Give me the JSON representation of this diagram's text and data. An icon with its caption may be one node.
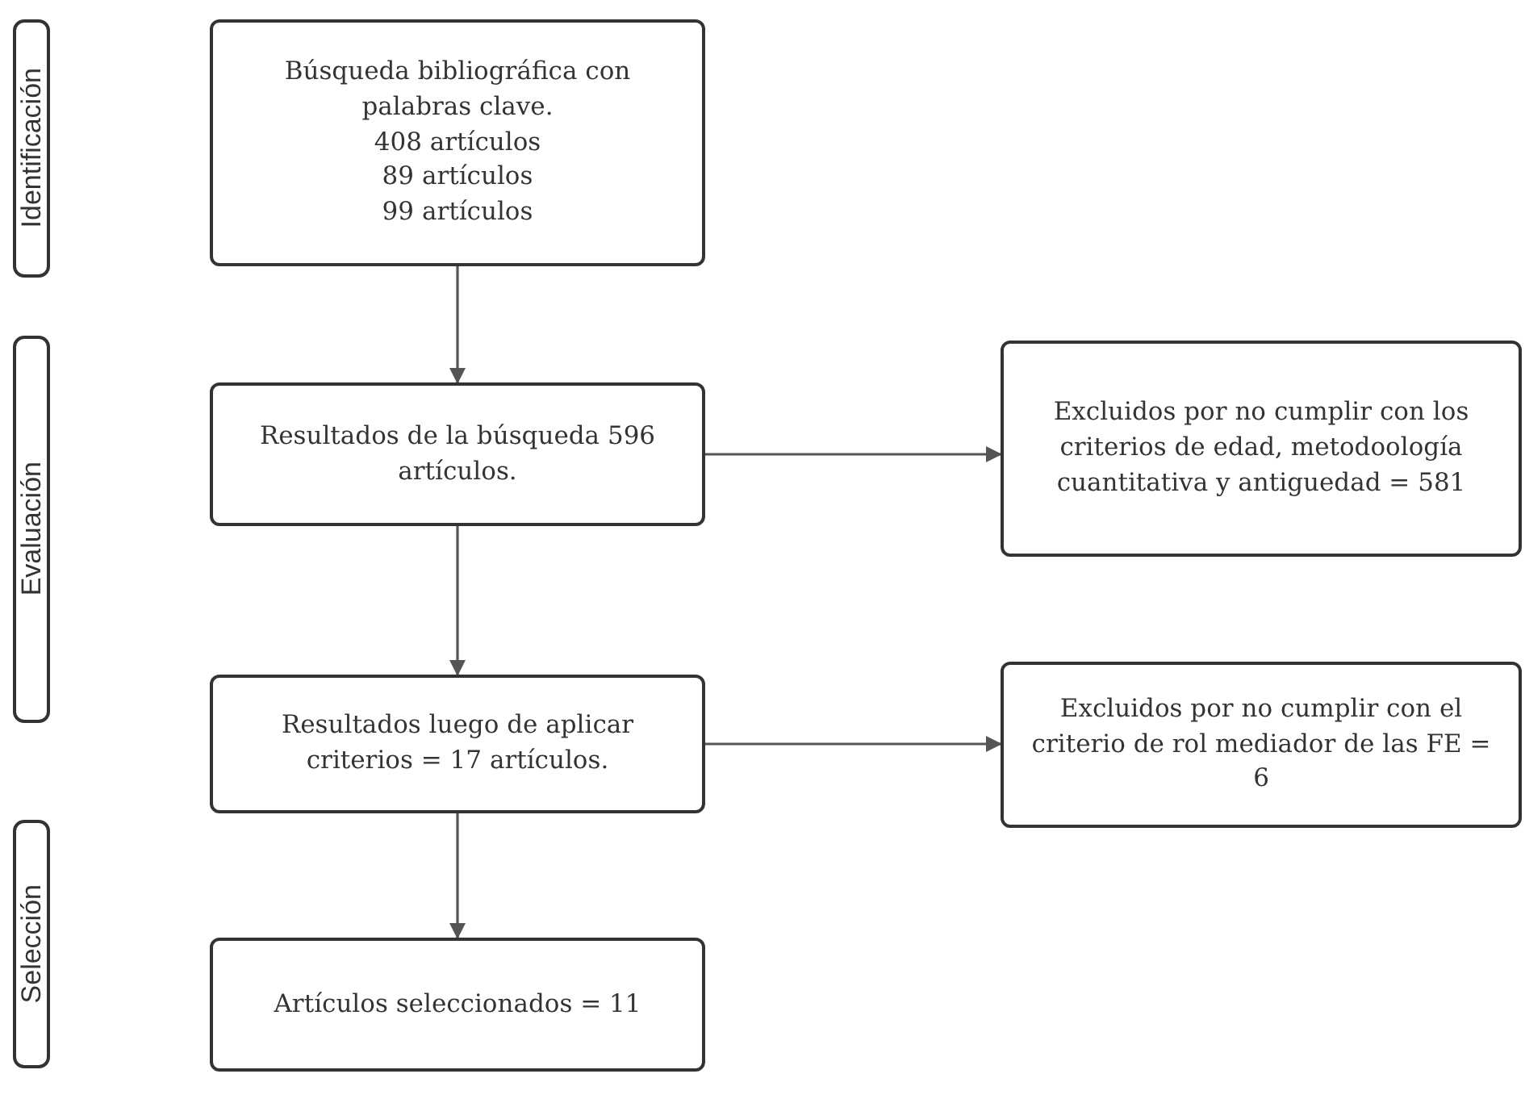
{
  "diagram": {
    "nodes": [
      {
        "text": [
          "Identificación"
        ]
      },
      {
        "text": [
          "Evaluación"
        ]
      },
      {
        "text": [
          "Selección"
        ]
      },
      {
        "text": [
          "Búsqueda bibliográfica con palabras clave.",
          "408 artículos",
          "89 artículos",
          "99 artículos"
        ]
      },
      {
        "text": [
          "Resultados de la búsqueda 596 artículos."
        ]
      },
      {
        "text": [
          "Excluidos por no cumplir con los criterios de edad, metodoología cuantitativa y antiguedad  = 581"
        ]
      },
      {
        "text": [
          "Resultados luego de aplicar criterios = 17 artículos."
        ]
      },
      {
        "text": [
          "Excluidos por no cumplir con el criterio de rol mediador de las FE = 6"
        ]
      },
      {
        "text": [
          "Artículos seleccionados = 11"
        ]
      }
    ],
    "edges": [
      {
        "from": 3,
        "to": 4,
        "arrow": "to"
      },
      {
        "from": 4,
        "to": 5,
        "arrow": "to"
      },
      {
        "from": 4,
        "to": 6,
        "arrow": "to"
      },
      {
        "from": 6,
        "to": 7,
        "arrow": "to"
      },
      {
        "from": 6,
        "to": 8,
        "arrow": "to"
      }
    ]
  }
}
